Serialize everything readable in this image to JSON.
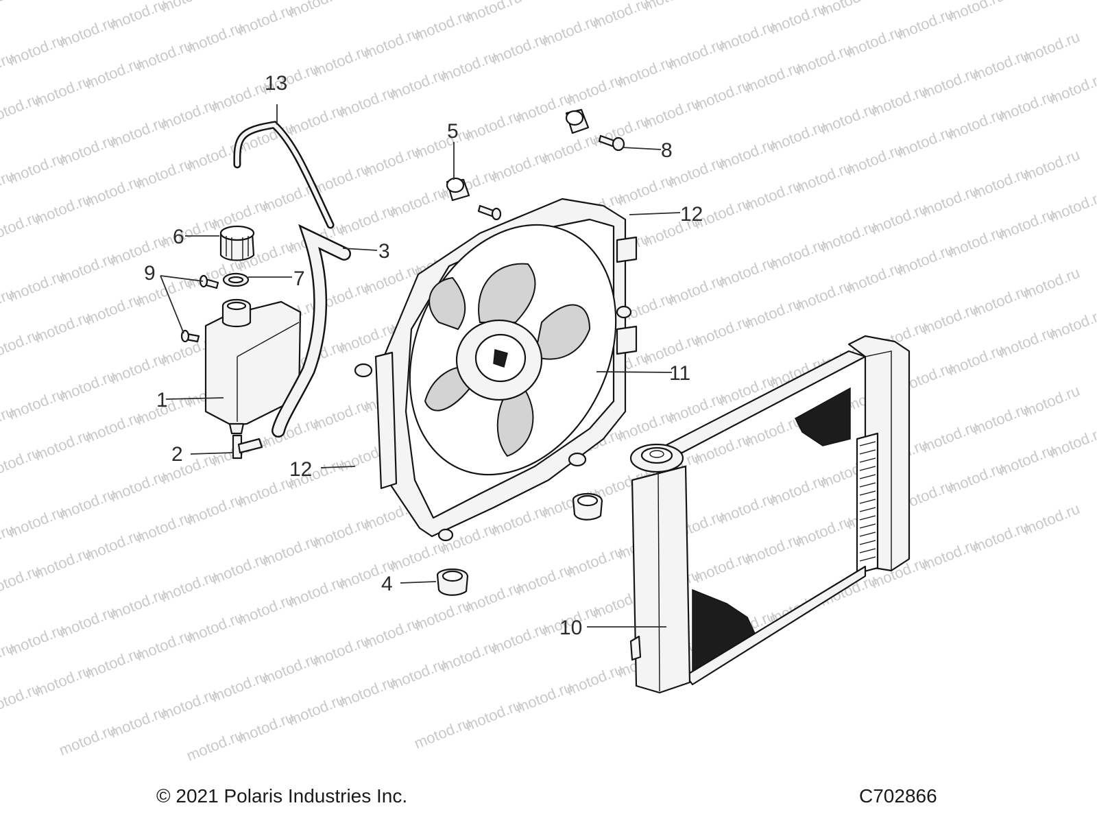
{
  "watermark": "motod.ru",
  "callouts": {
    "c1": "1",
    "c2": "2",
    "c3": "3",
    "c4": "4",
    "c5": "5",
    "c6": "6",
    "c7": "7",
    "c8": "8",
    "c9": "9",
    "c10": "10",
    "c11": "11",
    "c12a": "12",
    "c12b": "12",
    "c13": "13"
  },
  "footer": {
    "copyright": "© 2021 Polaris Industries Inc.",
    "diagram_id": "C702866"
  }
}
